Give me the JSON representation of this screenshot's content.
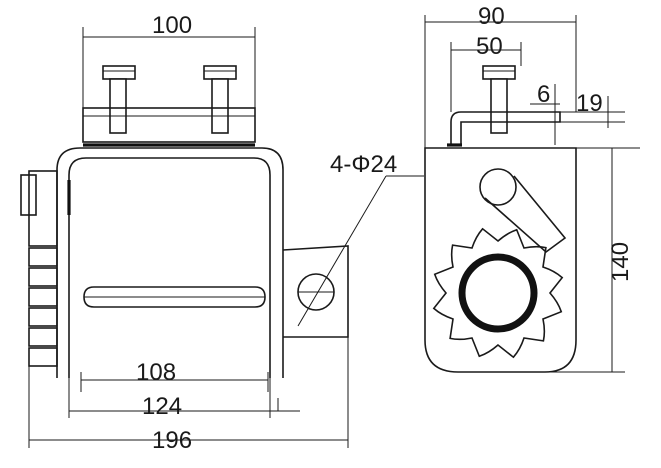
{
  "dimensions": {
    "top_width": "100",
    "right_total_width": "90",
    "right_bolt_spacing": "50",
    "right_offset_small": "6",
    "right_offset_top": "19",
    "hole_spec": "4-Φ24",
    "right_height": "140",
    "bottom_width_inner": "108",
    "bottom_width_mid": "124",
    "bottom_width_total": "196"
  }
}
